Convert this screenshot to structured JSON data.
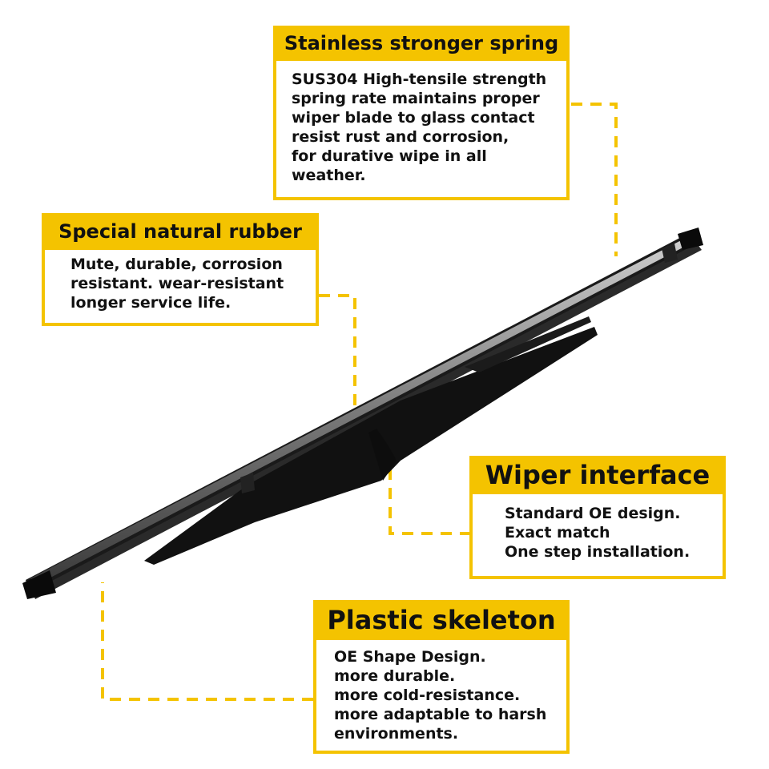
{
  "callouts": {
    "spring": {
      "title": "Stainless stronger spring",
      "body": "SUS304 High-tensile strength\nspring rate maintains proper\nwiper blade to glass contact\nresist rust and corrosion,\nfor durative wipe in all\nweather."
    },
    "rubber": {
      "title": "Special natural rubber",
      "body": "Mute, durable, corrosion\nresistant. wear-resistant\nlonger service life."
    },
    "interface": {
      "title": "Wiper interface",
      "body": "Standard OE design.\nExact match\nOne step installation."
    },
    "skeleton": {
      "title": "Plastic skeleton",
      "body": "OE Shape Design.\nmore durable.\nmore cold-resistance.\nmore adaptable to harsh\nenvironments."
    }
  },
  "colors": {
    "accent": "#f4c300",
    "blade": "#1a1a1a",
    "text": "#111111"
  }
}
